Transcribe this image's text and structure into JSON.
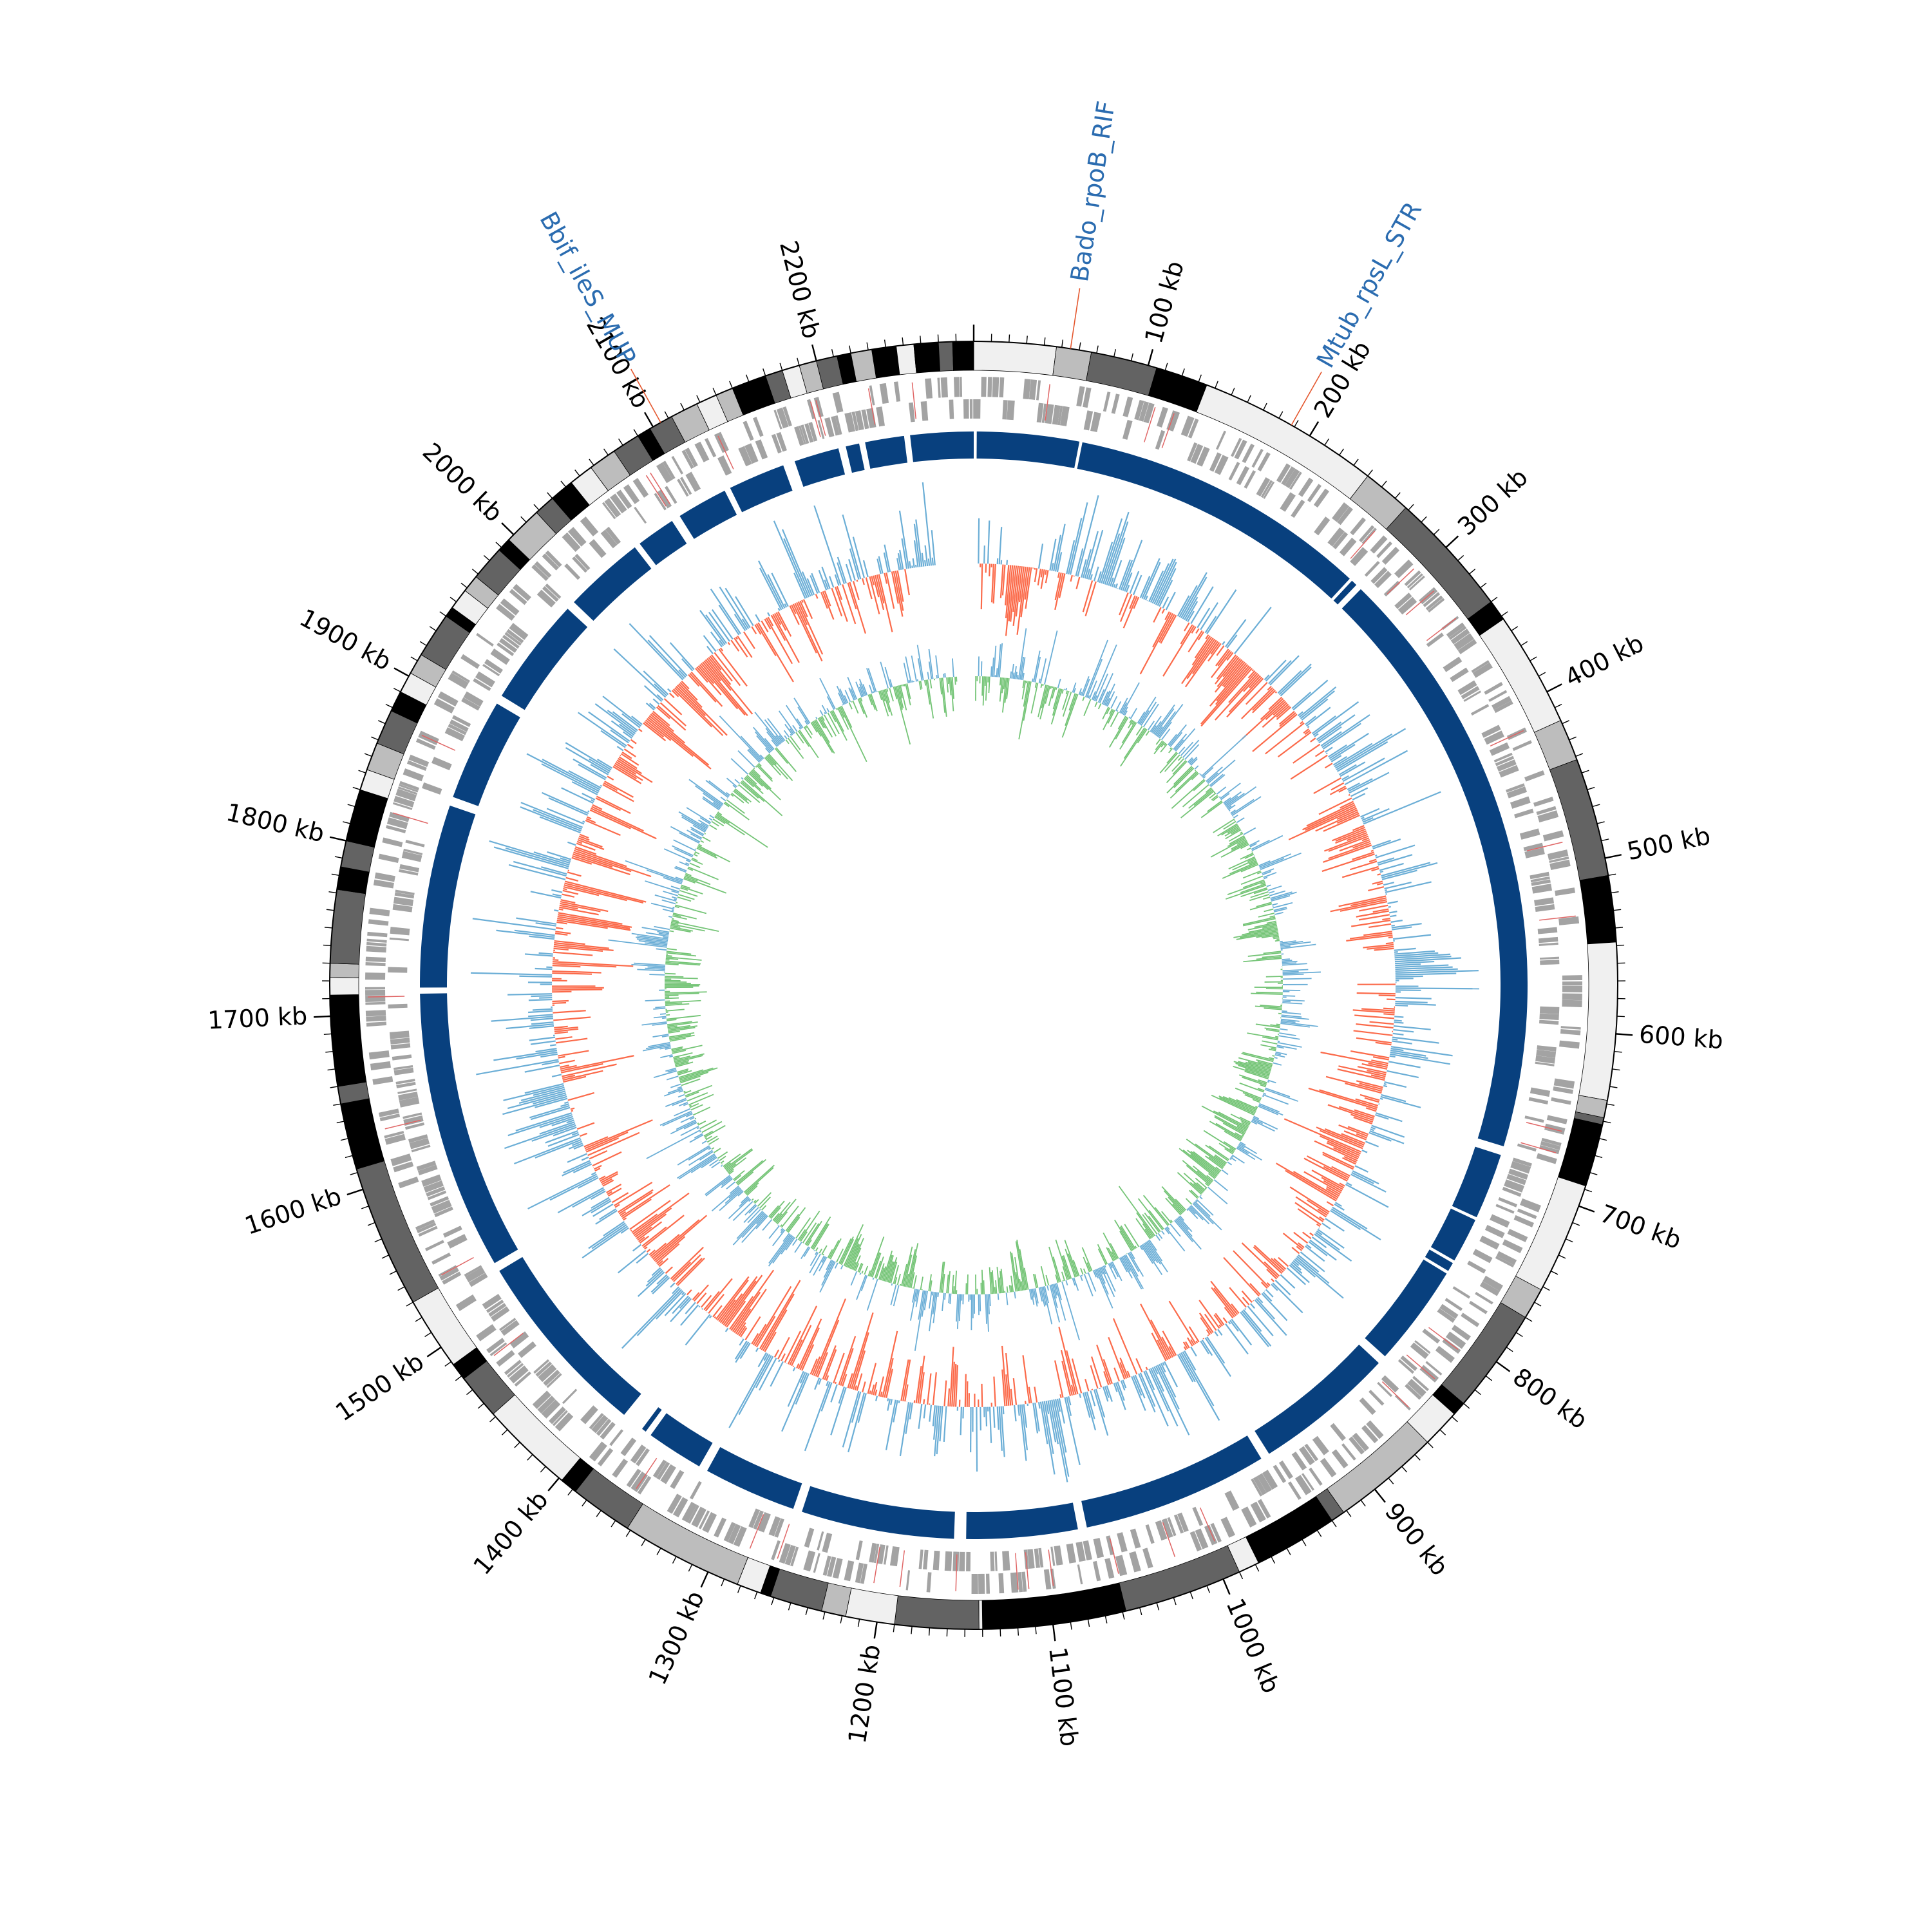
{
  "genome": {
    "length_kb": 2290,
    "start_angle_deg": 0
  },
  "axis": {
    "unit": "kb",
    "major_ticks": [
      {
        "pos": 100,
        "label": "100 kb"
      },
      {
        "pos": 200,
        "label": "200 kb"
      },
      {
        "pos": 300,
        "label": "300 kb"
      },
      {
        "pos": 400,
        "label": "400 kb"
      },
      {
        "pos": 500,
        "label": "500 kb"
      },
      {
        "pos": 600,
        "label": "600 kb"
      },
      {
        "pos": 700,
        "label": "700 kb"
      },
      {
        "pos": 800,
        "label": "800 kb"
      },
      {
        "pos": 900,
        "label": "900 kb"
      },
      {
        "pos": 1000,
        "label": "1000 kb"
      },
      {
        "pos": 1100,
        "label": "1100 kb"
      },
      {
        "pos": 1200,
        "label": "1200 kb"
      },
      {
        "pos": 1300,
        "label": "1300 kb"
      },
      {
        "pos": 1400,
        "label": "1400 kb"
      },
      {
        "pos": 1500,
        "label": "1500 kb"
      },
      {
        "pos": 1600,
        "label": "1600 kb"
      },
      {
        "pos": 1700,
        "label": "1700 kb"
      },
      {
        "pos": 1800,
        "label": "1800 kb"
      },
      {
        "pos": 1900,
        "label": "1900 kb"
      },
      {
        "pos": 2000,
        "label": "2000 kb"
      },
      {
        "pos": 2100,
        "label": "2100 kb"
      },
      {
        "pos": 2200,
        "label": "2200 kb"
      }
    ],
    "minor_tick_step_kb": 10
  },
  "annotations": [
    {
      "label": "Bado_rpoB_RIF",
      "pos": 55
    },
    {
      "label": "Mtub_rpsL_STR",
      "pos": 188
    },
    {
      "label": "Bbif_ileS_MUP",
      "pos": 2105
    }
  ],
  "contigs": [
    {
      "start": 0,
      "end": 47,
      "shade": "light"
    },
    {
      "start": 47,
      "end": 67,
      "shade": "mid"
    },
    {
      "start": 67,
      "end": 105,
      "shade": "dark"
    },
    {
      "start": 105,
      "end": 135,
      "shade": "black"
    },
    {
      "start": 135,
      "end": 240,
      "shade": "light"
    },
    {
      "start": 240,
      "end": 268,
      "shade": "mid"
    },
    {
      "start": 268,
      "end": 340,
      "shade": "dark"
    },
    {
      "start": 340,
      "end": 352,
      "shade": "black"
    },
    {
      "start": 352,
      "end": 418,
      "shade": "light"
    },
    {
      "start": 418,
      "end": 442,
      "shade": "mid"
    },
    {
      "start": 442,
      "end": 510,
      "shade": "dark"
    },
    {
      "start": 510,
      "end": 548,
      "shade": "black"
    },
    {
      "start": 548,
      "end": 638,
      "shade": "light"
    },
    {
      "start": 638,
      "end": 648,
      "shade": "mid"
    },
    {
      "start": 648,
      "end": 652,
      "shade": "dark"
    },
    {
      "start": 652,
      "end": 688,
      "shade": "black"
    },
    {
      "start": 688,
      "end": 752,
      "shade": "light"
    },
    {
      "start": 752,
      "end": 770,
      "shade": "mid"
    },
    {
      "start": 770,
      "end": 830,
      "shade": "dark"
    },
    {
      "start": 830,
      "end": 838,
      "shade": "black"
    },
    {
      "start": 838,
      "end": 860,
      "shade": "light"
    },
    {
      "start": 860,
      "end": 922,
      "shade": "mid"
    },
    {
      "start": 922,
      "end": 930,
      "shade": "dark"
    },
    {
      "start": 930,
      "end": 978,
      "shade": "black"
    },
    {
      "start": 978,
      "end": 990,
      "shade": "light"
    },
    {
      "start": 990,
      "end": 1058,
      "shade": "dark"
    },
    {
      "start": 1058,
      "end": 1140,
      "shade": "black"
    },
    {
      "start": 1140,
      "end": 1142,
      "shade": "light"
    },
    {
      "start": 1142,
      "end": 1190,
      "shade": "dark"
    },
    {
      "start": 1190,
      "end": 1218,
      "shade": "light"
    },
    {
      "start": 1218,
      "end": 1232,
      "shade": "mid"
    },
    {
      "start": 1232,
      "end": 1262,
      "shade": "dark"
    },
    {
      "start": 1262,
      "end": 1268,
      "shade": "black"
    },
    {
      "start": 1268,
      "end": 1282,
      "shade": "light"
    },
    {
      "start": 1282,
      "end": 1352,
      "shade": "mid"
    },
    {
      "start": 1352,
      "end": 1388,
      "shade": "dark"
    },
    {
      "start": 1388,
      "end": 1398,
      "shade": "black"
    },
    {
      "start": 1398,
      "end": 1452,
      "shade": "light"
    },
    {
      "start": 1452,
      "end": 1478,
      "shade": "dark"
    },
    {
      "start": 1478,
      "end": 1488,
      "shade": "black"
    },
    {
      "start": 1488,
      "end": 1530,
      "shade": "light"
    },
    {
      "start": 1530,
      "end": 1612,
      "shade": "dark"
    },
    {
      "start": 1612,
      "end": 1650,
      "shade": "black"
    },
    {
      "start": 1650,
      "end": 1660,
      "shade": "dark"
    },
    {
      "start": 1660,
      "end": 1712,
      "shade": "black"
    },
    {
      "start": 1712,
      "end": 1722,
      "shade": "light"
    },
    {
      "start": 1722,
      "end": 1730,
      "shade": "mid"
    },
    {
      "start": 1730,
      "end": 1772,
      "shade": "dark"
    },
    {
      "start": 1772,
      "end": 1785,
      "shade": "black"
    },
    {
      "start": 1785,
      "end": 1800,
      "shade": "dark"
    },
    {
      "start": 1800,
      "end": 1830,
      "shade": "black"
    },
    {
      "start": 1830,
      "end": 1842,
      "shade": "light"
    },
    {
      "start": 1842,
      "end": 1858,
      "shade": "mid"
    },
    {
      "start": 1858,
      "end": 1878,
      "shade": "dark"
    },
    {
      "start": 1878,
      "end": 1890,
      "shade": "black"
    },
    {
      "start": 1890,
      "end": 1902,
      "shade": "light"
    },
    {
      "start": 1902,
      "end": 1914,
      "shade": "mid"
    },
    {
      "start": 1914,
      "end": 1940,
      "shade": "dark"
    },
    {
      "start": 1940,
      "end": 1946,
      "shade": "black"
    },
    {
      "start": 1946,
      "end": 1958,
      "shade": "light"
    },
    {
      "start": 1958,
      "end": 1968,
      "shade": "mid"
    },
    {
      "start": 1968,
      "end": 1988,
      "shade": "dark"
    },
    {
      "start": 1988,
      "end": 1996,
      "shade": "black"
    },
    {
      "start": 1996,
      "end": 2018,
      "shade": "mid"
    },
    {
      "start": 2018,
      "end": 2030,
      "shade": "dark"
    },
    {
      "start": 2030,
      "end": 2044,
      "shade": "black"
    },
    {
      "start": 2044,
      "end": 2058,
      "shade": "light"
    },
    {
      "start": 2058,
      "end": 2074,
      "shade": "mid"
    },
    {
      "start": 2074,
      "end": 2090,
      "shade": "dark"
    },
    {
      "start": 2090,
      "end": 2098,
      "shade": "black"
    },
    {
      "start": 2098,
      "end": 2112,
      "shade": "dark"
    },
    {
      "start": 2112,
      "end": 2128,
      "shade": "mid"
    },
    {
      "start": 2128,
      "end": 2140,
      "shade": "light"
    },
    {
      "start": 2140,
      "end": 2150,
      "shade": "mid"
    },
    {
      "start": 2150,
      "end": 2170,
      "shade": "black"
    },
    {
      "start": 2170,
      "end": 2180,
      "shade": "dark"
    },
    {
      "start": 2180,
      "end": 2190,
      "shade": "light"
    },
    {
      "start": 2190,
      "end": 2200,
      "shade": "mid"
    },
    {
      "start": 2200,
      "end": 2212,
      "shade": "dark"
    },
    {
      "start": 2212,
      "end": 2220,
      "shade": "black"
    },
    {
      "start": 2220,
      "end": 2232,
      "shade": "mid"
    },
    {
      "start": 2232,
      "end": 2246,
      "shade": "black"
    },
    {
      "start": 2246,
      "end": 2256,
      "shade": "light"
    },
    {
      "start": 2256,
      "end": 2270,
      "shade": "black"
    },
    {
      "start": 2270,
      "end": 2278,
      "shade": "dark"
    },
    {
      "start": 2278,
      "end": 2290,
      "shade": "black"
    }
  ],
  "blast_hits": [
    {
      "start": 2,
      "end": 70
    },
    {
      "start": 72,
      "end": 272
    },
    {
      "start": 274,
      "end": 278
    },
    {
      "start": 282,
      "end": 680
    },
    {
      "start": 686,
      "end": 730
    },
    {
      "start": 732,
      "end": 762
    },
    {
      "start": 764,
      "end": 770
    },
    {
      "start": 772,
      "end": 840
    },
    {
      "start": 846,
      "end": 940
    },
    {
      "start": 946,
      "end": 1070
    },
    {
      "start": 1076,
      "end": 1150
    },
    {
      "start": 1158,
      "end": 1260
    },
    {
      "start": 1266,
      "end": 1328
    },
    {
      "start": 1334,
      "end": 1372
    },
    {
      "start": 1376,
      "end": 1379
    },
    {
      "start": 1394,
      "end": 1520
    },
    {
      "start": 1526,
      "end": 1712
    },
    {
      "start": 1716,
      "end": 1838
    },
    {
      "start": 1844,
      "end": 1912
    },
    {
      "start": 1918,
      "end": 1990
    },
    {
      "start": 1996,
      "end": 2050
    },
    {
      "start": 2054,
      "end": 2080
    },
    {
      "start": 2086,
      "end": 2120
    },
    {
      "start": 2124,
      "end": 2162
    },
    {
      "start": 2170,
      "end": 2200
    },
    {
      "start": 2205,
      "end": 2214
    },
    {
      "start": 2218,
      "end": 2244
    },
    {
      "start": 2248,
      "end": 2290
    }
  ],
  "colors": {
    "contig_light": "#f0f0f0",
    "contig_mid": "#bdbdbd",
    "contig_dark": "#636363",
    "contig_black": "#000000",
    "genes": "#a3a3a3",
    "gene_marker": "#e06666",
    "blast": "#08407e",
    "gc_content_above": "#6baed6",
    "gc_content_below": "#fb6a4a",
    "gc_skew_positive": "#6baed6",
    "gc_skew_negative": "#74c476",
    "annotation_label": "#2b6cb0",
    "annotation_line": "#e4572e",
    "tick": "#000000"
  }
}
